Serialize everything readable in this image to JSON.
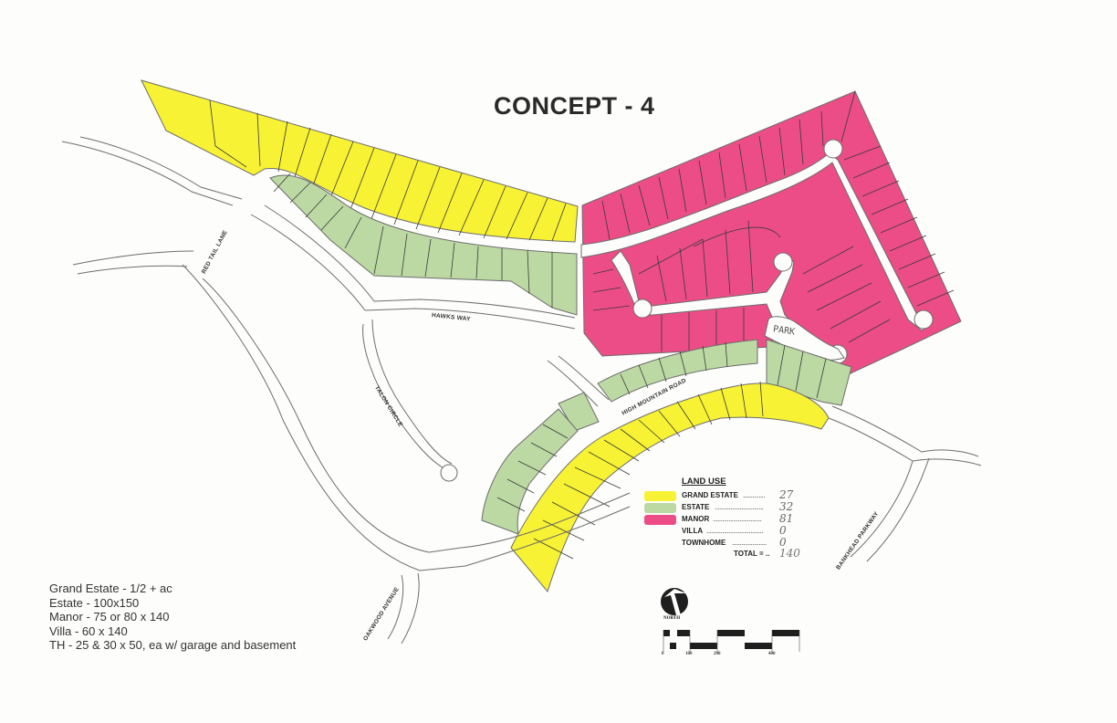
{
  "title": "CONCEPT - 4",
  "colors": {
    "grand_estate": "#f7f233",
    "estate": "#bcd9a3",
    "manor": "#ec4d86",
    "road_outline": "#6d6d6d",
    "lot_line": "#3a3a3a",
    "background": "#fdfdfc"
  },
  "streets": {
    "red_tail_lane": "RED TAIL LANE",
    "hawks_way": "HAWKS WAY",
    "talon_circle": "TALON CIRCLE",
    "high_mountain_road": "HIGH MOUNTAIN ROAD",
    "oakwood_avenue": "OAKWOOD AVENUE",
    "bankhead_parkway": "BANKHEAD PARKWAY"
  },
  "park_label": "PARK",
  "legend": {
    "title": "LAND USE",
    "items": [
      {
        "label": "GRAND ESTATE",
        "dots": "..............",
        "count": "27",
        "color": "#f7f233"
      },
      {
        "label": "ESTATE",
        "dots": "...............................",
        "count": "32",
        "color": "#bcd9a3"
      },
      {
        "label": "MANOR",
        "dots": "...............................",
        "count": "81",
        "color": "#ec4d86"
      },
      {
        "label": "VILLA",
        "dots": "....................................",
        "count": "0",
        "color": ""
      },
      {
        "label": "TOWNHOME",
        "dots": "......................",
        "count": "0",
        "color": ""
      }
    ],
    "total_label": "TOTAL = ..",
    "total_value": "140"
  },
  "lot_notes": [
    "Grand Estate - 1/2 + ac",
    "Estate - 100x150",
    "Manor - 75 or 80 x 140",
    "Villa - 60 x 140",
    "TH - 25 & 30 x 50, ea w/ garage and basement"
  ],
  "north_arrow": {
    "label": "NORTH"
  },
  "scale_bar": {
    "ticks": [
      "0",
      "100",
      "200",
      "400"
    ]
  }
}
